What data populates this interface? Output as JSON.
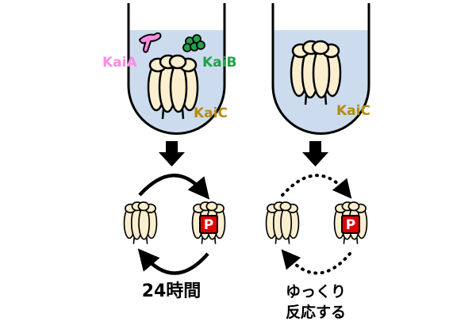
{
  "colors": {
    "kaia": "#ff8ce0",
    "kaib": "#22a04a",
    "kaic": "#b78a0c",
    "tube_fill": "#ccdcee",
    "protein_fill": "#fbefd0",
    "phospho": "#e00000"
  },
  "left_panel": {
    "kaia_label": "KaiA",
    "kaib_label": "KaiB",
    "kaic_label": "KaiC",
    "phospho_label": "P",
    "caption": "24時間"
  },
  "right_panel": {
    "kaic_label": "KaiC",
    "phospho_label": "P",
    "caption_line1": "ゆっくり",
    "caption_line2": "反応する"
  }
}
